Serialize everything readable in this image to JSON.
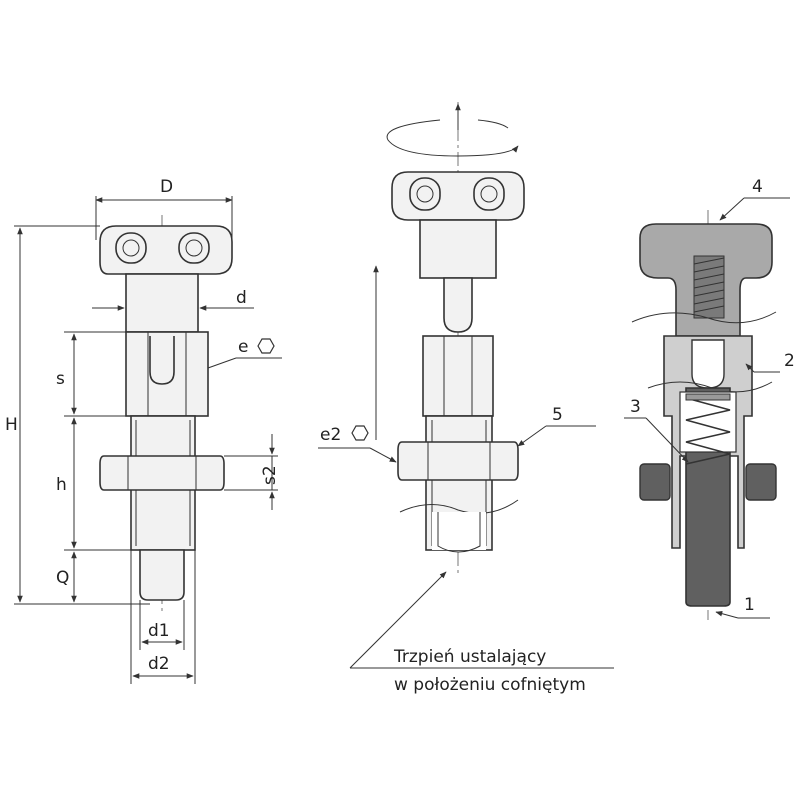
{
  "drawing": {
    "colors": {
      "line": "#333333",
      "part_fill": "#f2f2f2",
      "section_fill_dark": "#606060",
      "section_fill_light": "#a9a9a9",
      "background": "#ffffff"
    },
    "dimensions": {
      "D": "D",
      "d": "d",
      "e": "e",
      "s": "s",
      "H": "H",
      "h": "h",
      "s2": "s2",
      "Q": "Q",
      "d1": "d1",
      "d2": "d2",
      "e2": "e2"
    },
    "callouts": {
      "c1": "1",
      "c2": "2",
      "c3": "3",
      "c4": "4",
      "c5": "5"
    },
    "caption": {
      "line1": "Trzpień ustalający",
      "line2": "w położeniu cofniętym"
    },
    "icons": {
      "hex": "hexagon-icon"
    }
  }
}
